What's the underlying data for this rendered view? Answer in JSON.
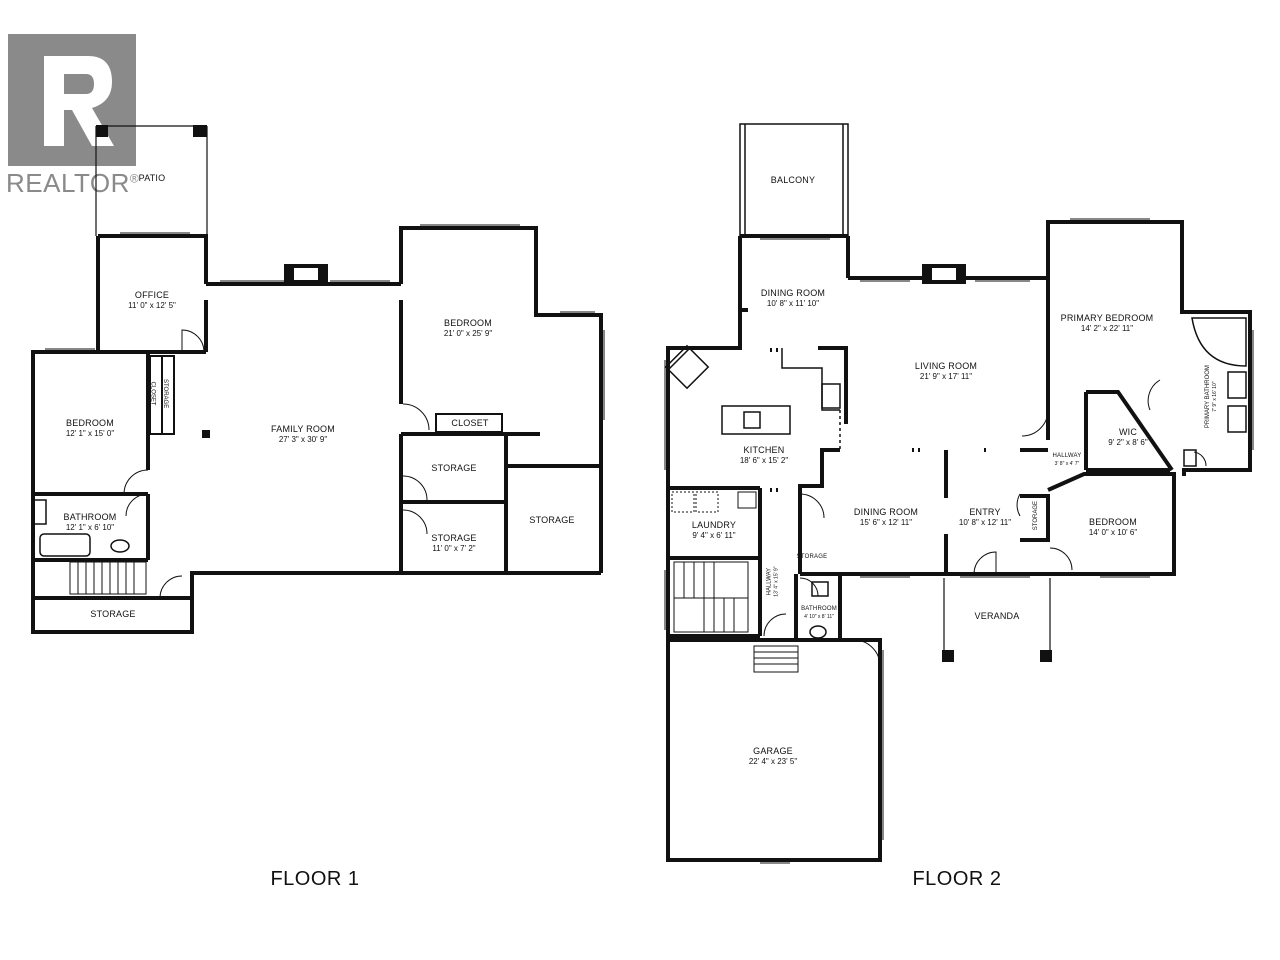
{
  "logo": {
    "text": "REALTOR",
    "mark": "®"
  },
  "floors": [
    {
      "label": "FLOOR 1"
    },
    {
      "label": "FLOOR 2"
    }
  ],
  "floor1": {
    "patio": {
      "name": "PATIO"
    },
    "office": {
      "name": "OFFICE",
      "dims": "11' 0\" x 12' 5\""
    },
    "bedroom_left": {
      "name": "BEDROOM",
      "dims": "12' 1\" x 15' 0\""
    },
    "closet_small": {
      "name": "CLOSET"
    },
    "storage_small": {
      "name": "STORAGE"
    },
    "family_room": {
      "name": "FAMILY ROOM",
      "dims": "27' 3\" x 30' 9\""
    },
    "bedroom_right": {
      "name": "BEDROOM",
      "dims": "21' 0\" x 25' 9\""
    },
    "closet": {
      "name": "CLOSET"
    },
    "storage_a": {
      "name": "STORAGE"
    },
    "storage_b": {
      "name": "STORAGE",
      "dims": "11' 0\" x 7' 2\""
    },
    "storage_c": {
      "name": "STORAGE"
    },
    "bathroom": {
      "name": "BATHROOM",
      "dims": "12' 1\" x 6' 10\""
    },
    "storage_bottom": {
      "name": "STORAGE"
    }
  },
  "floor2": {
    "balcony": {
      "name": "BALCONY"
    },
    "dining_room_top": {
      "name": "DINING ROOM",
      "dims": "10' 8\" x 11' 10\""
    },
    "living_room": {
      "name": "LIVING ROOM",
      "dims": "21' 9\" x 17' 11\""
    },
    "primary_bedroom": {
      "name": "PRIMARY BEDROOM",
      "dims": "14' 2\" x 22' 11\""
    },
    "primary_bathroom": {
      "name": "PRIMARY BATHROOM",
      "dims": "7' 9\" x 16' 10\""
    },
    "kitchen": {
      "name": "KITCHEN",
      "dims": "18' 6\" x 15' 2\""
    },
    "wic": {
      "name": "WIC",
      "dims": "9' 2\" x 8' 6\""
    },
    "hallway_small": {
      "name": "HALLWAY",
      "dims": "3' 8\" x 4' 7\""
    },
    "laundry": {
      "name": "LAUNDRY",
      "dims": "9' 4\" x 6' 11\""
    },
    "dining_room": {
      "name": "DINING ROOM",
      "dims": "15' 6\" x 12' 11\""
    },
    "entry": {
      "name": "ENTRY",
      "dims": "10' 8\" x 12' 11\""
    },
    "storage_entry": {
      "name": "STORAGE"
    },
    "bedroom": {
      "name": "BEDROOM",
      "dims": "14' 0\" x 10' 6\""
    },
    "storage_hall": {
      "name": "STORAGE"
    },
    "hallway": {
      "name": "HALLWAY",
      "dims": "13' 4\" x 15' 9\""
    },
    "bathroom": {
      "name": "BATHROOM",
      "dims": "4' 10\" x 8' 11\""
    },
    "veranda": {
      "name": "VERANDA"
    },
    "garage": {
      "name": "GARAGE",
      "dims": "22' 4\" x 23' 5\""
    }
  }
}
